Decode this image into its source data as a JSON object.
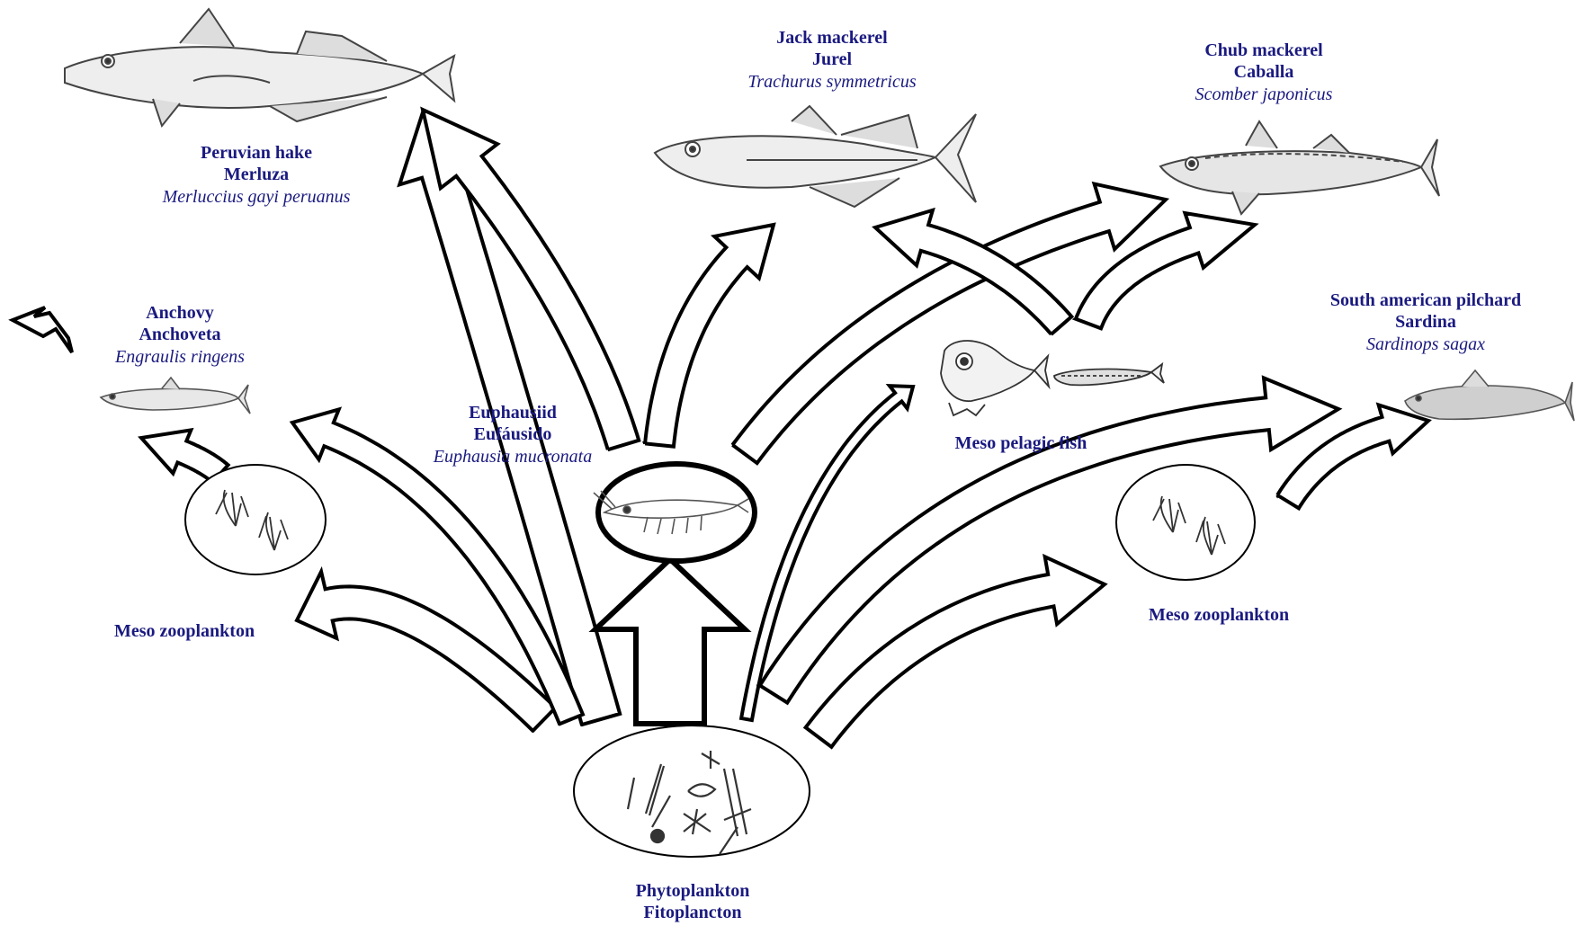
{
  "nodes": {
    "hake": {
      "common": "Peruvian hake",
      "local": "Merluza",
      "scientific": "Merluccius gayi peruanus"
    },
    "jack": {
      "common": "Jack mackerel",
      "local": "Jurel",
      "scientific": "Trachurus symmetricus"
    },
    "chub": {
      "common": "Chub mackerel",
      "local": "Caballa",
      "scientific": "Scomber japonicus"
    },
    "anchovy": {
      "common": "Anchovy",
      "local": "Anchoveta",
      "scientific": "Engraulis ringens"
    },
    "euphausiid": {
      "common": "Euphausiid",
      "local": "Eufáusido",
      "scientific": "Euphausia mucronata"
    },
    "pilchard": {
      "common": "South american pilchard",
      "local": "Sardina",
      "scientific": "Sardinops sagax"
    },
    "mesopelagic": {
      "common": "Meso pelagic fish"
    },
    "zoo_left": {
      "common": "Meso zooplankton"
    },
    "zoo_right": {
      "common": "Meso zooplankton"
    },
    "phyto": {
      "common": "Phytoplankton",
      "local": "Fitoplancton"
    }
  },
  "colors": {
    "label": "#1a1a80",
    "line": "#000000",
    "fill": "#ffffff",
    "sketch": "#555555"
  }
}
